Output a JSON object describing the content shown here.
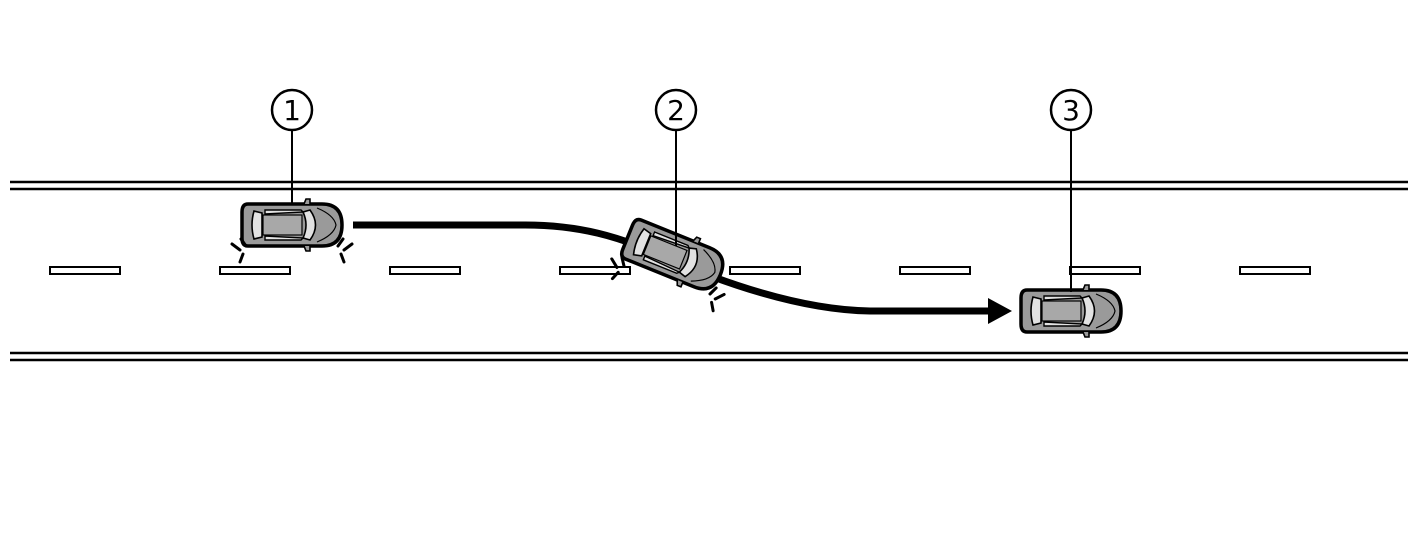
{
  "callouts": [
    {
      "id": "1",
      "label": "1"
    },
    {
      "id": "2",
      "label": "2"
    },
    {
      "id": "3",
      "label": "3"
    }
  ],
  "colors": {
    "car_body": "#9a9a9a",
    "car_glass": "#e2e2e2",
    "outline": "#000000",
    "road_marking": "#000000",
    "background": "#ffffff"
  }
}
